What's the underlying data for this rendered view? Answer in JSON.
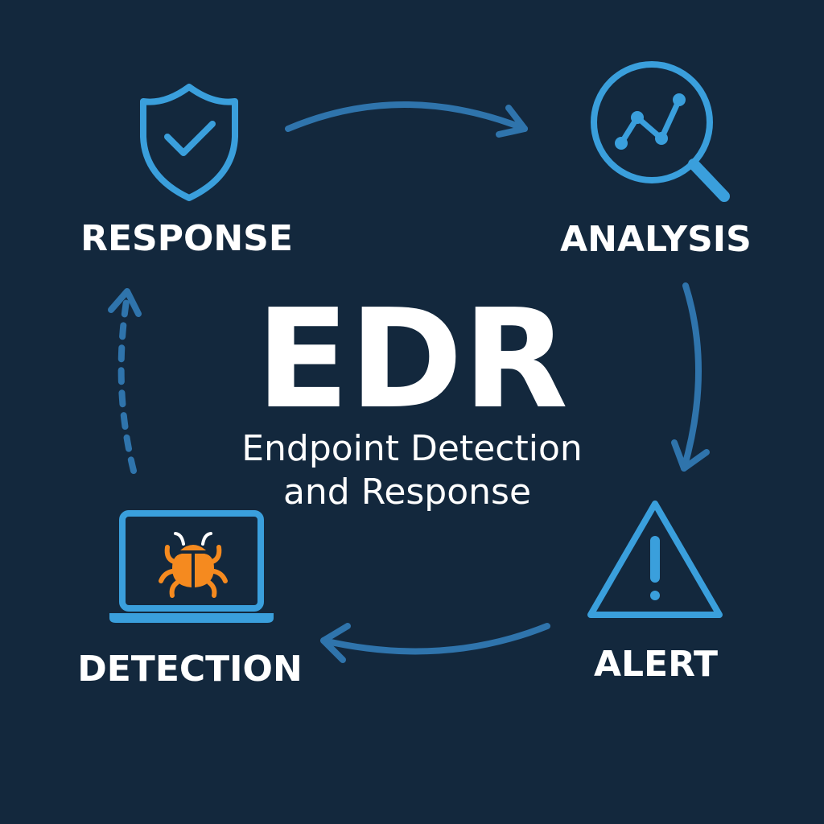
{
  "title": "EDR",
  "subtitle_line1": "Endpoint Detection",
  "subtitle_line2": "and Response",
  "stages": {
    "response": "RESPONSE",
    "analysis": "ANALYSIS",
    "alert": "ALERT",
    "detection": "DETECTION"
  },
  "icons": {
    "response": "shield-check-icon",
    "analysis": "magnifier-chart-icon",
    "alert": "warning-triangle-icon",
    "detection": "laptop-bug-icon"
  },
  "colors": {
    "background": "#13283d",
    "icon": "#3a9fdc",
    "arrow": "#2f74ac",
    "bug": "#f58a1f",
    "text": "#ffffff"
  }
}
